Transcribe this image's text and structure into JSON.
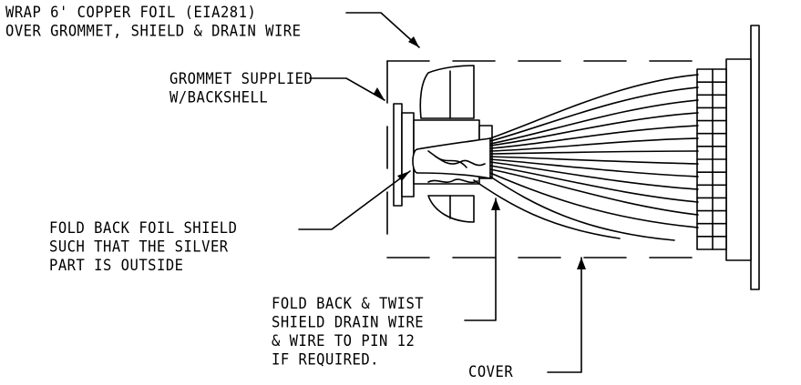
{
  "colors": {
    "ink": "#000000",
    "background": "#ffffff"
  },
  "labels": {
    "wrap_foil": [
      "WRAP 6' COPPER FOIL (EIA281)",
      "OVER GROMMET, SHIELD & DRAIN WIRE"
    ],
    "grommet": [
      "GROMMET SUPPLIED",
      "W/BACKSHELL"
    ],
    "fold_foil": [
      "FOLD BACK FOIL SHIELD",
      "SUCH THAT THE SILVER",
      "PART IS OUTSIDE"
    ],
    "drain_wire": [
      "FOLD BACK & TWIST",
      "SHIELD DRAIN WIRE",
      "& WIRE TO PIN 12",
      "IF REQUIRED."
    ],
    "cover": [
      "COVER"
    ]
  }
}
